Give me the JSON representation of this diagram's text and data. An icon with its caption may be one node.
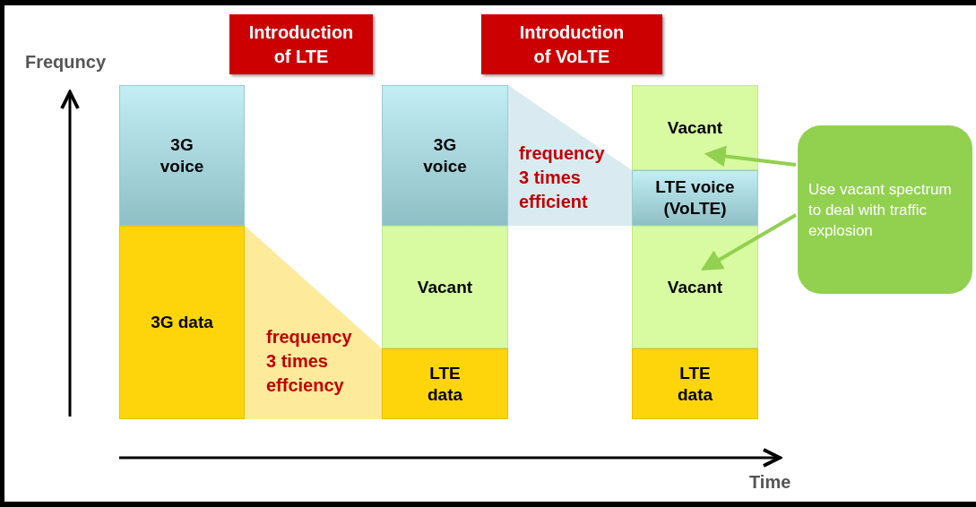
{
  "diagram": {
    "nodes": [
      {
        "text": [
          "Introduction of LTE"
        ]
      },
      {
        "text": [
          "Introduction of VoLTE"
        ]
      },
      {
        "text": [
          "3G voice"
        ]
      },
      {
        "text": [
          "3G data"
        ]
      },
      {
        "text": [
          "3G voice"
        ]
      },
      {
        "text": [
          "Vacant"
        ]
      },
      {
        "text": [
          "LTE data"
        ]
      },
      {
        "text": [
          "Vacant"
        ]
      },
      {
        "text": [
          "LTE voice (VoLTE)"
        ]
      },
      {
        "text": [
          "Vacant"
        ]
      },
      {
        "text": [
          "LTE data"
        ]
      },
      {
        "text": [
          "Use vacant spectrum to deal with traffic explosion"
        ]
      }
    ],
    "edges": [
      {
        "from": 11,
        "to": 7,
        "arrow": "to"
      },
      {
        "from": 11,
        "to": 9,
        "arrow": "to"
      }
    ],
    "labels": [
      "Frequncy",
      "frequency 3 times efficient",
      "frequency 3 times effciency",
      "Time"
    ]
  }
}
